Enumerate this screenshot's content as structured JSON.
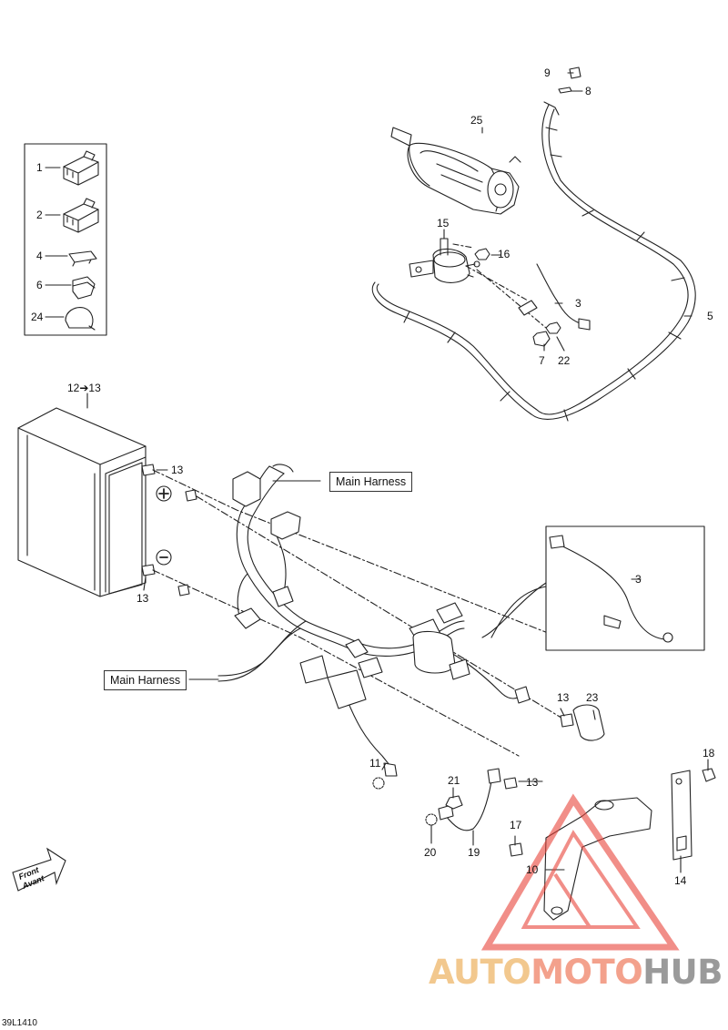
{
  "diagram_code": "39L1410",
  "watermark": {
    "part1": "AUTO",
    "part2": "MOTO",
    "part3": "HUB"
  },
  "front_arrow": {
    "line1": "Front",
    "line2": "Avant"
  },
  "harness_labels": {
    "upper": "Main Harness",
    "lower": "Main Harness"
  },
  "callouts": {
    "c1": "1",
    "c2": "2",
    "c3a": "3",
    "c3b": "3",
    "c4": "4",
    "c5": "5",
    "c6": "6",
    "c7": "7",
    "c8": "8",
    "c9": "9",
    "c10": "10",
    "c11": "11",
    "c12_13": "12➔13",
    "c13a": "13",
    "c13b": "13",
    "c13c": "13",
    "c13d": "13",
    "c14": "14",
    "c15": "15",
    "c16": "16",
    "c17": "17",
    "c18": "18",
    "c19": "19",
    "c20": "20",
    "c21": "21",
    "c22": "22",
    "c23": "23",
    "c24": "24",
    "c25": "25"
  },
  "colors": {
    "line": "#222222",
    "watermark_red": "#e8443a",
    "watermark_yellow": "#f2c88e",
    "watermark_gray": "#9a9a9a"
  }
}
